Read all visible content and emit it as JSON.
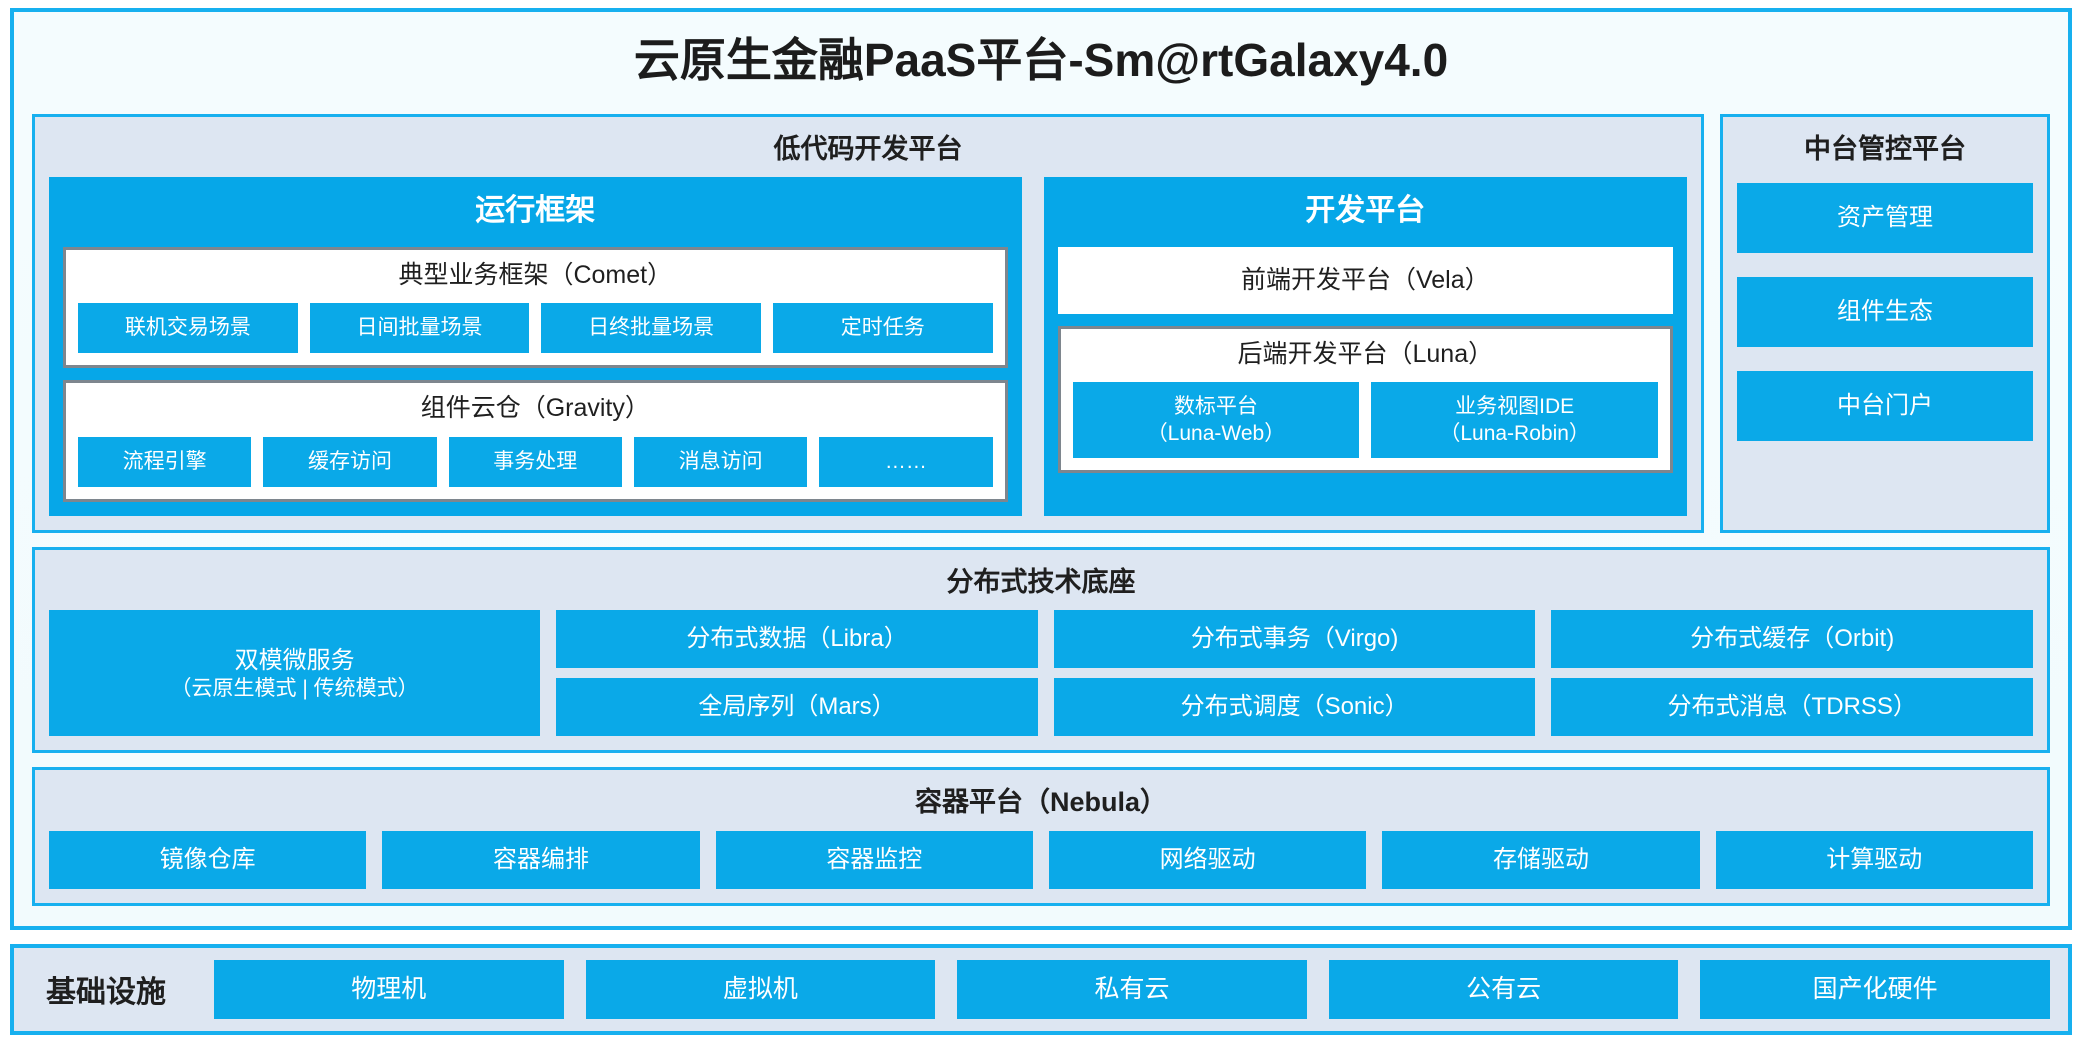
{
  "page": {
    "title": "云原生金融PaaS平台-Sm@rtGalaxy4.0",
    "accent_blue": "#06a7e8",
    "panel_bg": "#dde6f2",
    "frame_border": "#17b0ef",
    "group_border": "#7e868e"
  },
  "lowcode": {
    "title": "低代码开发平台",
    "runtime": {
      "title": "运行框架",
      "comet": {
        "title": "典型业务框架（Comet）",
        "items": [
          {
            "label": "联机交易场景"
          },
          {
            "label": "日间批量场景"
          },
          {
            "label": "日终批量场景"
          },
          {
            "label": "定时任务"
          }
        ]
      },
      "gravity": {
        "title": "组件云仓（Gravity）",
        "items": [
          {
            "label": "流程引擎"
          },
          {
            "label": "缓存访问"
          },
          {
            "label": "事务处理"
          },
          {
            "label": "消息访问"
          },
          {
            "label": "……"
          }
        ]
      }
    },
    "devplatform": {
      "title": "开发平台",
      "frontend": {
        "label": "前端开发平台（Vela）"
      },
      "backend": {
        "title": "后端开发平台（Luna）",
        "items": [
          {
            "label": "数标平台",
            "sub": "（Luna-Web）"
          },
          {
            "label": "业务视图IDE",
            "sub": "（Luna-Robin）"
          }
        ]
      }
    }
  },
  "management": {
    "title": "中台管控平台",
    "items": [
      {
        "label": "资产管理"
      },
      {
        "label": "组件生态"
      },
      {
        "label": "中台门户"
      }
    ]
  },
  "tech": {
    "title": "分布式技术底座",
    "microservice": {
      "label": "双模微服务",
      "sub": "（云原生模式 | 传统模式）"
    },
    "columns": [
      {
        "items": [
          {
            "label": "分布式数据（Libra）"
          },
          {
            "label": "全局序列（Mars）"
          }
        ]
      },
      {
        "items": [
          {
            "label": "分布式事务（Virgo)"
          },
          {
            "label": "分布式调度（Sonic）"
          }
        ]
      },
      {
        "items": [
          {
            "label": "分布式缓存（Orbit)"
          },
          {
            "label": "分布式消息（TDRSS）"
          }
        ]
      }
    ]
  },
  "containerPlatform": {
    "title": "容器平台（Nebula）",
    "items": [
      {
        "label": "镜像仓库"
      },
      {
        "label": "容器编排"
      },
      {
        "label": "容器监控"
      },
      {
        "label": "网络驱动"
      },
      {
        "label": "存储驱动"
      },
      {
        "label": "计算驱动"
      }
    ]
  },
  "infrastructure": {
    "label": "基础设施",
    "items": [
      {
        "label": "物理机"
      },
      {
        "label": "虚拟机"
      },
      {
        "label": "私有云"
      },
      {
        "label": "公有云"
      },
      {
        "label": "国产化硬件"
      }
    ]
  }
}
